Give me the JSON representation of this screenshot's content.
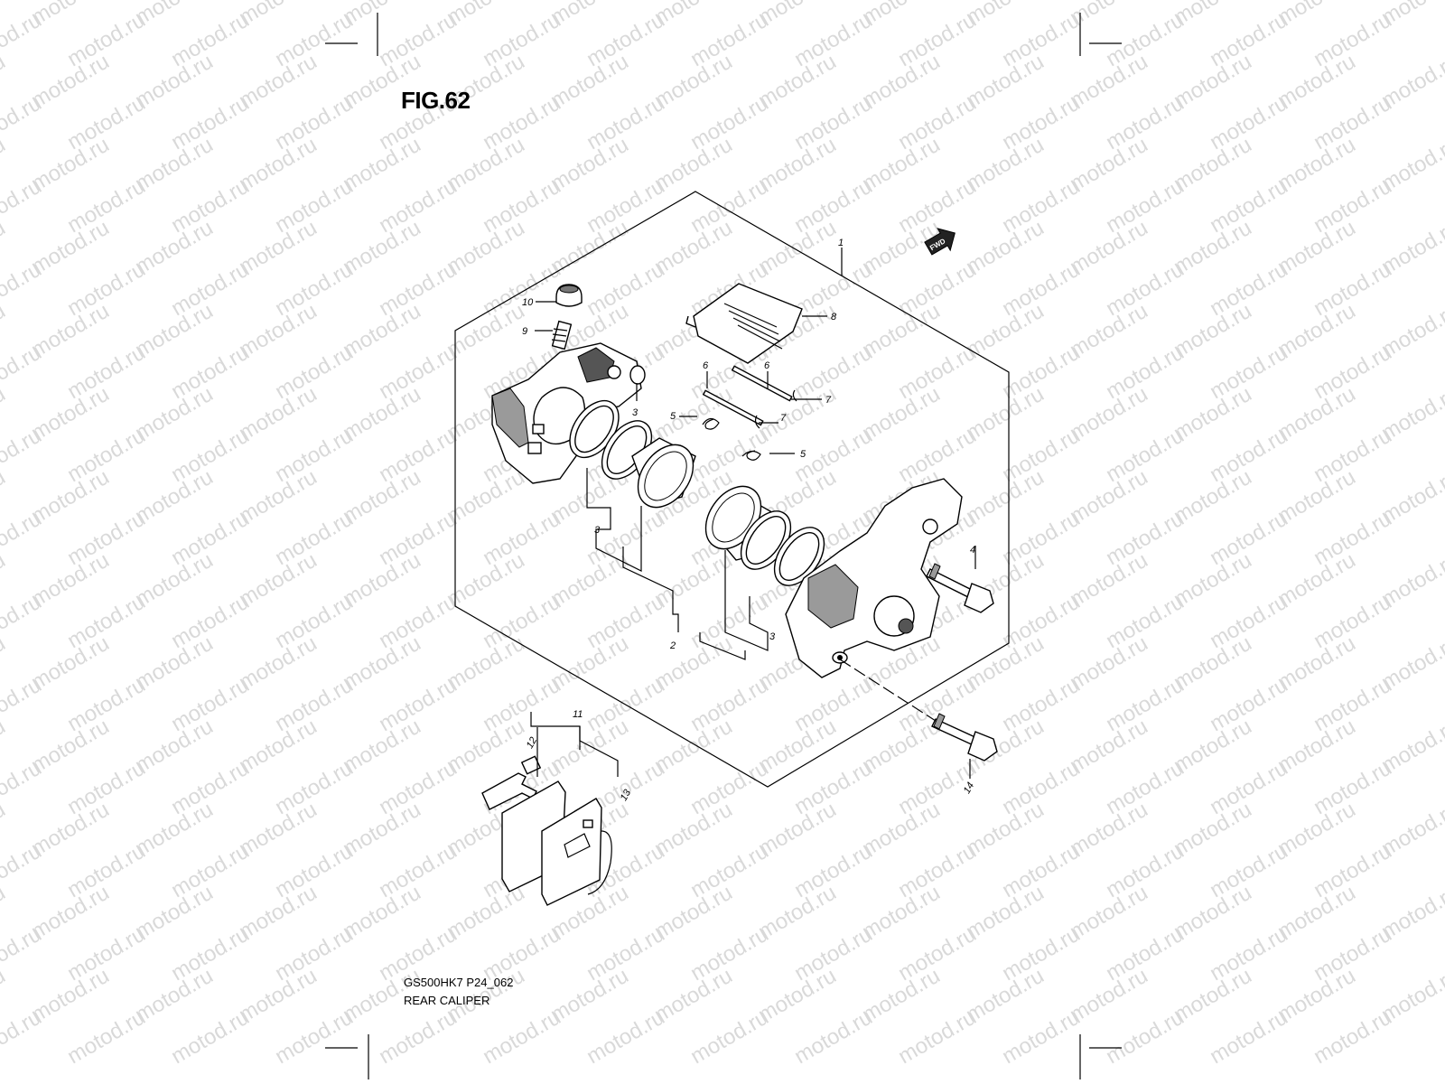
{
  "figure_title": "FIG.62",
  "model_code": "GS500HK7 P24_062",
  "section_name": "REAR CALIPER",
  "watermark": "motod.ru",
  "fwd_label": "FWD",
  "callouts": {
    "c1": "1",
    "c2": "2",
    "c3a": "3",
    "c3b": "3",
    "c3c": "3",
    "c4": "4",
    "c5a": "5",
    "c5b": "5",
    "c6a": "6",
    "c6b": "6",
    "c7a": "7",
    "c7b": "7",
    "c8": "8",
    "c9": "9",
    "c10": "10",
    "c11": "11",
    "c12": "12",
    "c13": "13",
    "c14": "14"
  }
}
